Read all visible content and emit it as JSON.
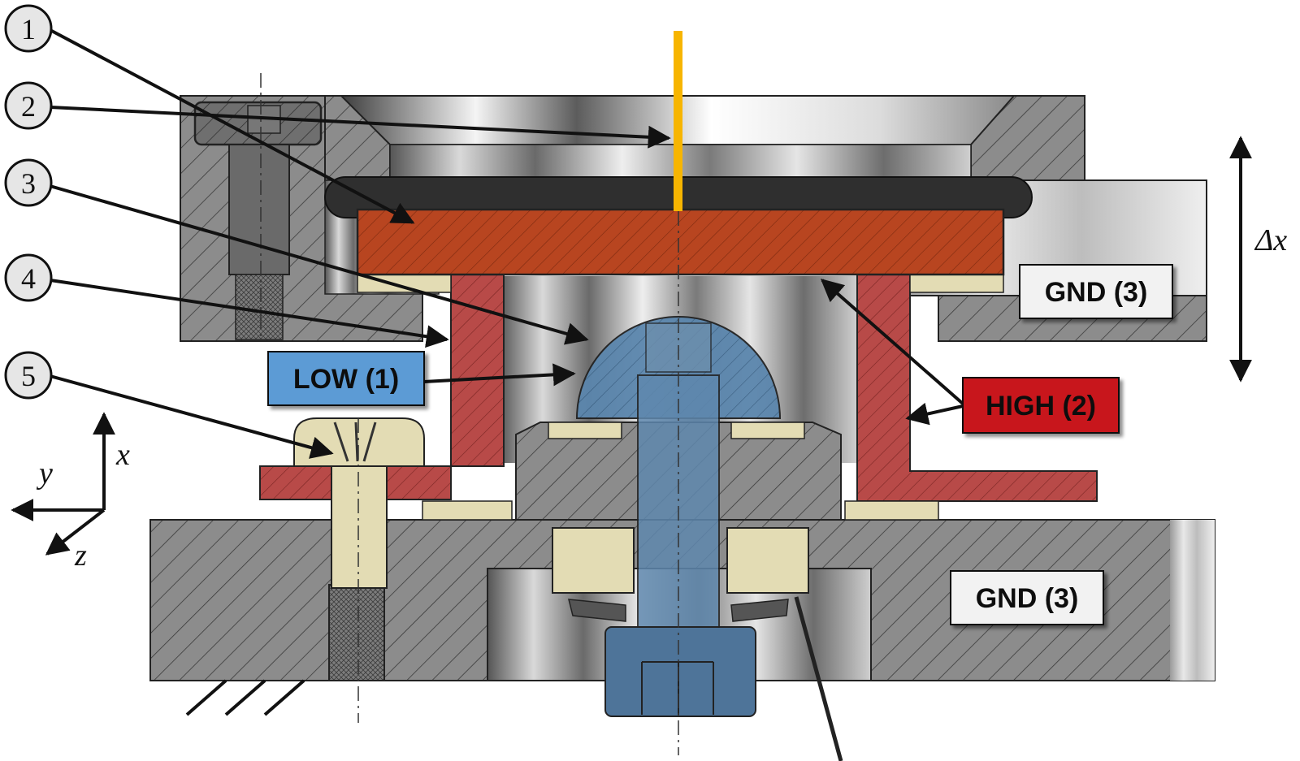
{
  "callouts": [
    "1",
    "2",
    "3",
    "4",
    "5"
  ],
  "labels": {
    "gnd_top": "GND (3)",
    "gnd_bottom": "GND (3)",
    "low": "LOW (1)",
    "high": "HIGH (2)"
  },
  "axes": {
    "x": "x",
    "y": "y",
    "z": "z",
    "dx": "Δx"
  },
  "colors": {
    "high": "#c8161b",
    "low": "#5b9bd5",
    "gnd": "#f2f2f2",
    "sensor_line": "#f7b500",
    "electrode_high": "#b84a48",
    "plate": "#b84520",
    "ball": "#4f7ea8",
    "brass": "#e3dcb4"
  }
}
